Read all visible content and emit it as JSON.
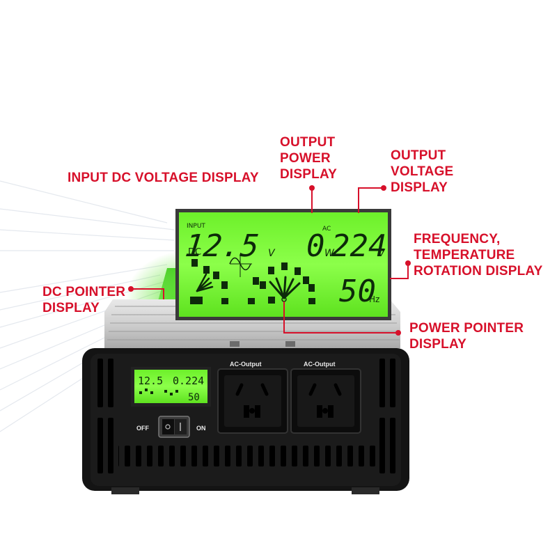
{
  "callouts": {
    "input_dc_voltage": "INPUT DC VOLTAGE DISPLAY",
    "output_power": [
      "OUTPUT",
      "POWER",
      "DISPLAY"
    ],
    "output_voltage": [
      "OUTPUT",
      "VOLTAGE",
      "DISPLAY"
    ],
    "frequency_temperature": [
      "FREQUENCY,",
      "TEMPERATURE",
      "ROTATION DISPLAY"
    ],
    "dc_pointer": [
      "DC POINTER",
      "DISPLAY"
    ],
    "power_pointer": [
      "POWER POINTER",
      "DISPLAY"
    ]
  },
  "lcd": {
    "input_label": "INPUT",
    "dc_label": "DC",
    "input_voltage": "12.5",
    "input_unit": "V",
    "power_value": "0",
    "power_unit": "W",
    "ac_label": "AC",
    "output_voltage": "224",
    "output_unit": "V",
    "frequency": "50",
    "frequency_unit": "Hz"
  },
  "mini_lcd": {
    "input_voltage": "12.5",
    "power_voltage": "0.224",
    "frequency": "50"
  },
  "panel": {
    "outlet_left_label": "AC-Output",
    "outlet_right_label": "AC-Output",
    "switch_off": "OFF",
    "switch_on": "ON"
  },
  "colors": {
    "callout_red": "#d7102a",
    "lcd_green": "#7cff3a",
    "panel_black": "#141414"
  }
}
